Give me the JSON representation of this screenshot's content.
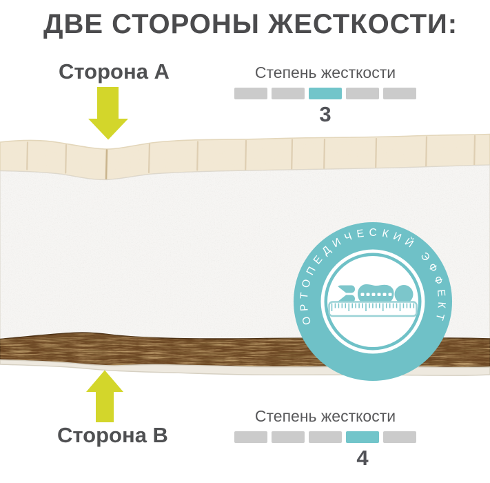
{
  "title": "ДВЕ СТОРОНЫ ЖЕСТКОСТИ:",
  "side_a": {
    "label": "Сторона A",
    "scale_title": "Степень жесткости",
    "value": 3,
    "max": 5,
    "value_label": "3"
  },
  "side_b": {
    "label": "Сторона B",
    "scale_title": "Степень жесткости",
    "value": 4,
    "max": 5,
    "value_label": "4"
  },
  "badge": {
    "text": "ОРТОПЕДИЧЕСКИЙ ЭФФЕКТ"
  },
  "colors": {
    "accent_teal": "#72c5ca",
    "badge_teal": "#6fc1c7",
    "icon_teal": "#7cc6cb",
    "arrow_yellow": "#d3d62b",
    "scale_gray": "#cbcbcb",
    "title_gray": "#4b4b4d",
    "foam_cream": "#f2e8d4",
    "core_white": "#f6f5f3",
    "coir_brown": "#6b4623",
    "base_strip": "#eee9df"
  }
}
